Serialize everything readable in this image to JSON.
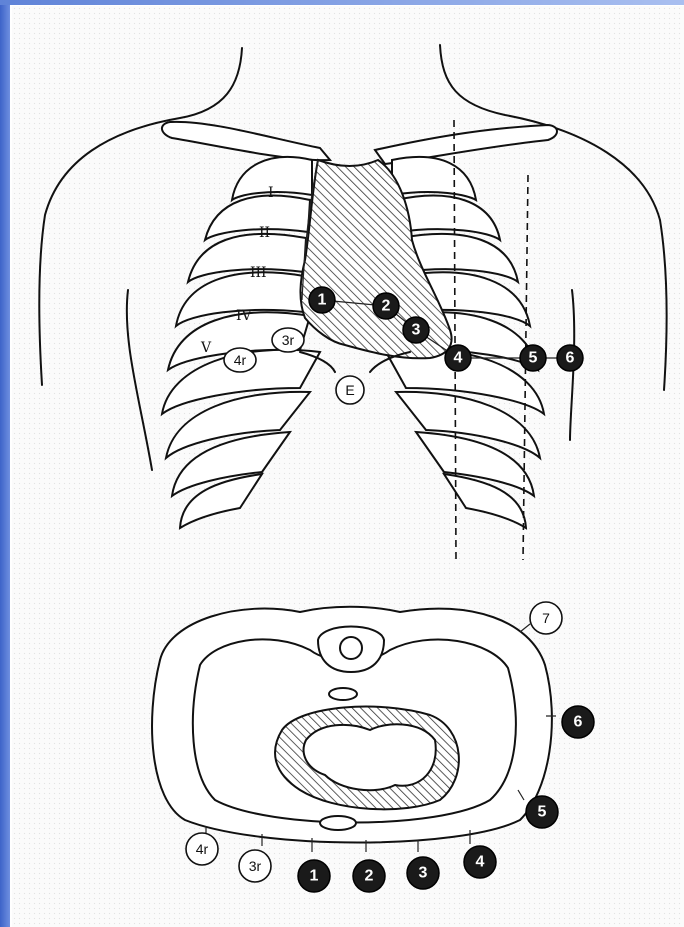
{
  "diagram": {
    "upper_view": {
      "rib_labels": [
        "I",
        "II",
        "III",
        "IV",
        "V"
      ],
      "markers": [
        {
          "label": "1",
          "style": "filled"
        },
        {
          "label": "2",
          "style": "filled"
        },
        {
          "label": "3",
          "style": "filled"
        },
        {
          "label": "4",
          "style": "filled"
        },
        {
          "label": "5",
          "style": "filled"
        },
        {
          "label": "6",
          "style": "filled"
        },
        {
          "label": "3r",
          "style": "outline"
        },
        {
          "label": "4r",
          "style": "outline"
        },
        {
          "label": "E",
          "style": "outline"
        }
      ]
    },
    "lower_view": {
      "markers": [
        {
          "label": "1",
          "style": "filled"
        },
        {
          "label": "2",
          "style": "filled"
        },
        {
          "label": "3",
          "style": "filled"
        },
        {
          "label": "4",
          "style": "filled"
        },
        {
          "label": "5",
          "style": "filled"
        },
        {
          "label": "6",
          "style": "filled"
        },
        {
          "label": "7",
          "style": "outline"
        },
        {
          "label": "3r",
          "style": "outline"
        },
        {
          "label": "4r",
          "style": "outline"
        }
      ]
    }
  },
  "colors": {
    "frame_blue": "#3d63c8",
    "ink": "#111111",
    "marker_fill": "#1a1a1a"
  }
}
